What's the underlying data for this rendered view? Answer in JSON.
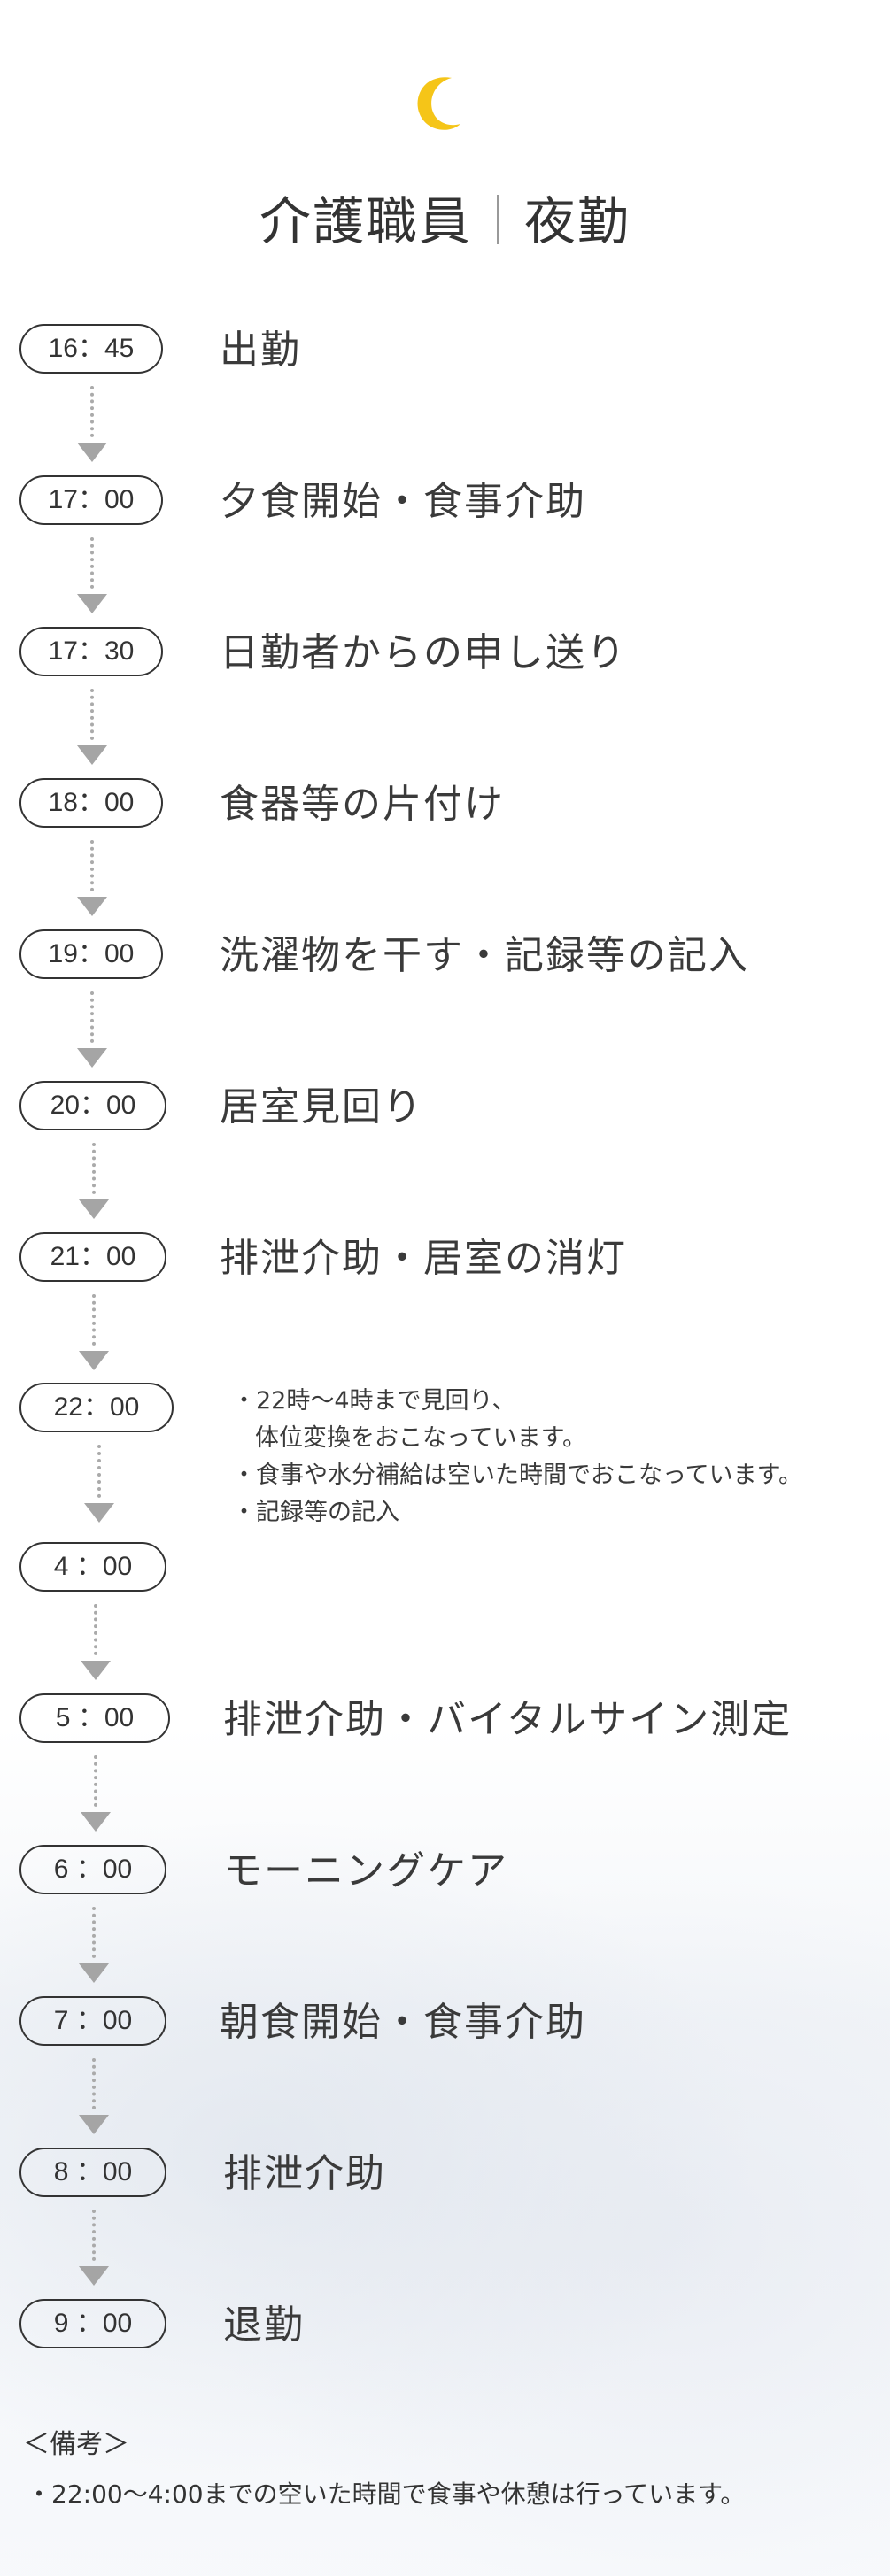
{
  "header": {
    "icon": "crescent-moon-icon",
    "title_left": "介護職員",
    "title_right": "夜勤"
  },
  "schedule": [
    {
      "time": "16：45",
      "label": "出勤"
    },
    {
      "time": "17：00",
      "label": "夕食開始・食事介助"
    },
    {
      "time": "17：30",
      "label": "日勤者からの申し送り"
    },
    {
      "time": "18：00",
      "label": "食器等の片付け"
    },
    {
      "time": "19：00",
      "label": "洗濯物を干す・記録等の記入"
    },
    {
      "time": "20：00",
      "label": "居室見回り"
    },
    {
      "time": "21：00",
      "label": "排泄介助・居室の消灯"
    },
    {
      "time": "22：00",
      "notes": [
        "・22時〜4時まで見回り、",
        "体位変換をおこなっています。",
        "・食事や水分補給は空いた時間でおこなっています。",
        "・記録等の記入"
      ]
    },
    {
      "time": "4 ：00",
      "label": ""
    },
    {
      "time": "5 ：00",
      "label": "排泄介助・バイタルサイン測定"
    },
    {
      "time": "6 ：00",
      "label": "モーニングケア"
    },
    {
      "time": "7 ：00",
      "label": "朝食開始・食事介助"
    },
    {
      "time": "8 ：00",
      "label": "排泄介助"
    },
    {
      "time": "9 ：00",
      "label": "退勤"
    }
  ],
  "remarks": {
    "title": "＜備考＞",
    "text": "・22:00〜4:00までの空いた時間で食事や休憩は行っています。"
  },
  "colors": {
    "moon": "#f5c518",
    "text": "#3a3a3a",
    "arrow": "#a5a5a5"
  }
}
